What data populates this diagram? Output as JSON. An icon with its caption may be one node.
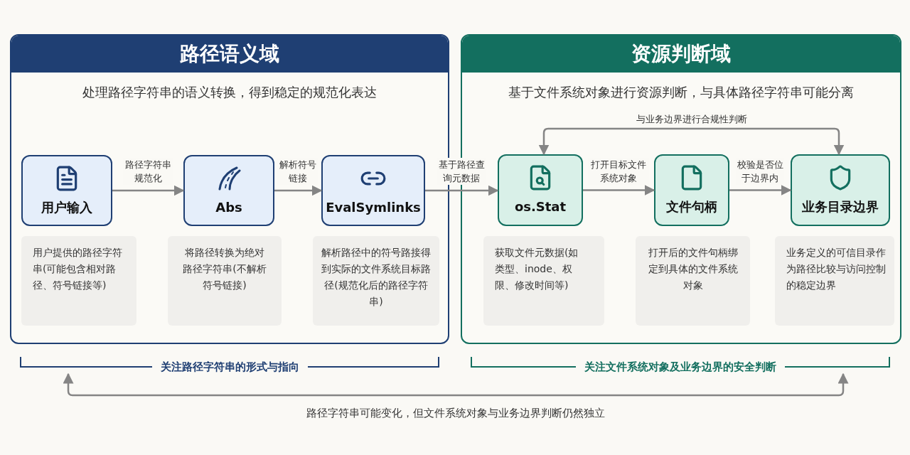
{
  "diagram": {
    "nodes": [
      {
        "text": [
          "路径语义域",
          "处理路径字符串的语义转换，得到稳定的规范化表达"
        ]
      },
      {
        "text": [
          "用户输入"
        ],
        "in": 0
      },
      {
        "text": [
          "Abs"
        ],
        "in": 0
      },
      {
        "text": [
          "EvalSymlinks"
        ],
        "in": 0
      },
      {
        "text": [
          "用户提供的路径字符串(可能包含相对路径、符号链接等)"
        ],
        "in": 0
      },
      {
        "text": [
          "将路径转换为绝对路径字符串(不解析符号链接)"
        ],
        "in": 0
      },
      {
        "text": [
          "解析路径中的符号路接得到实际的文件系统目标路径(规范化后的路径字符串)"
        ],
        "in": 0
      },
      {
        "text": [
          "资源判断域",
          "基于文件系统对象进行资源判断，与具体路径字符串可能分离"
        ]
      },
      {
        "text": [
          "os.Stat"
        ],
        "in": 7
      },
      {
        "text": [
          "文件句柄"
        ],
        "in": 7
      },
      {
        "text": [
          "业务目录边界"
        ],
        "in": 7
      },
      {
        "text": [
          "获取文件元数据(如类型、inode、权限、修改时间等)"
        ],
        "in": 7
      },
      {
        "text": [
          "打开后的文件句柄绑定到具体的文件系统对象"
        ],
        "in": 7
      },
      {
        "text": [
          "业务定义的可信目录作为路径比较与访问控制的稳定边界"
        ],
        "in": 7
      },
      {
        "text": [
          "关注路径字符串的形式与指向"
        ]
      },
      {
        "text": [
          "关注文件系统对象及业务边界的安全判断"
        ]
      }
    ],
    "edges": [
      {
        "from": 1,
        "to": 2,
        "arrow": "to",
        "label": "路径字符串规范化"
      },
      {
        "from": 2,
        "to": 3,
        "arrow": "to",
        "label": "解析符号链接"
      },
      {
        "from": 3,
        "to": 8,
        "arrow": "to",
        "label": "基于路径查询元数据"
      },
      {
        "from": 8,
        "to": 9,
        "arrow": "to",
        "label": "打开目标文件系统对象"
      },
      {
        "from": 9,
        "to": 10,
        "arrow": "to",
        "label": "校验是否位于边界内"
      },
      {
        "from": 8,
        "to": 10,
        "arrow": "both",
        "label": "与业务边界进行合规性判断"
      },
      {
        "from": 14,
        "to": 15,
        "arrow": "both",
        "label": "路径字符串可能变化，但文件系统对象与业务边界判断仍然独立"
      }
    ]
  }
}
